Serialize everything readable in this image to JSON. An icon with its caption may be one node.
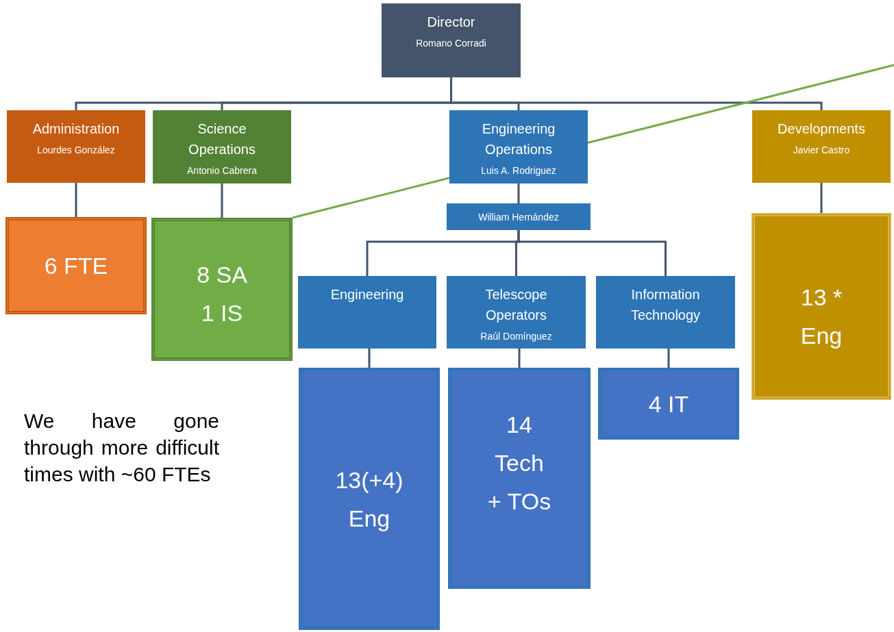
{
  "diagram": {
    "nodes": [
      {
        "text": [
          "Director",
          "Romano Corradi"
        ]
      },
      {
        "text": [
          "Administration",
          "Lourdes González"
        ]
      },
      {
        "text": [
          "Science Operations",
          "Antonio Cabrera"
        ]
      },
      {
        "text": [
          "Engineering Operations",
          "Luis A. Rodriguez"
        ]
      },
      {
        "text": [
          "Developments",
          "Javier Castro"
        ]
      },
      {
        "text": [
          "William Hernández"
        ]
      },
      {
        "text": [
          "Engineering"
        ]
      },
      {
        "text": [
          "Telescope Operators",
          "Raúl Domínguez"
        ]
      },
      {
        "text": [
          "Information Technology"
        ]
      },
      {
        "text": [
          "6 FTE"
        ]
      },
      {
        "text": [
          "8 SA 1 IS"
        ]
      },
      {
        "text": [
          "13(+4) Eng"
        ]
      },
      {
        "text": [
          "14 Tech + TOs"
        ]
      },
      {
        "text": [
          "4 IT"
        ]
      },
      {
        "text": [
          "13 * Eng"
        ]
      }
    ],
    "edges": [
      {
        "from": 0,
        "to": 1,
        "arrow": "none"
      },
      {
        "from": 0,
        "to": 2,
        "arrow": "none"
      },
      {
        "from": 0,
        "to": 3,
        "arrow": "none"
      },
      {
        "from": 0,
        "to": 4,
        "arrow": "none"
      },
      {
        "from": 3,
        "to": 5,
        "arrow": "none"
      },
      {
        "from": 5,
        "to": 6,
        "arrow": "none"
      },
      {
        "from": 5,
        "to": 7,
        "arrow": "none"
      },
      {
        "from": 5,
        "to": 8,
        "arrow": "none"
      },
      {
        "from": 1,
        "to": 9,
        "arrow": "none"
      },
      {
        "from": 2,
        "to": 10,
        "arrow": "none"
      },
      {
        "from": 6,
        "to": 11,
        "arrow": "none"
      },
      {
        "from": 7,
        "to": 12,
        "arrow": "none"
      },
      {
        "from": 8,
        "to": 13,
        "arrow": "none"
      },
      {
        "from": 4,
        "to": 14,
        "arrow": "none"
      },
      {
        "from": 10,
        "to": null,
        "arrow": "none",
        "color": "#70ad47"
      }
    ],
    "labels": [
      "We have gone through more difficult times with ~60 FTEs"
    ]
  }
}
